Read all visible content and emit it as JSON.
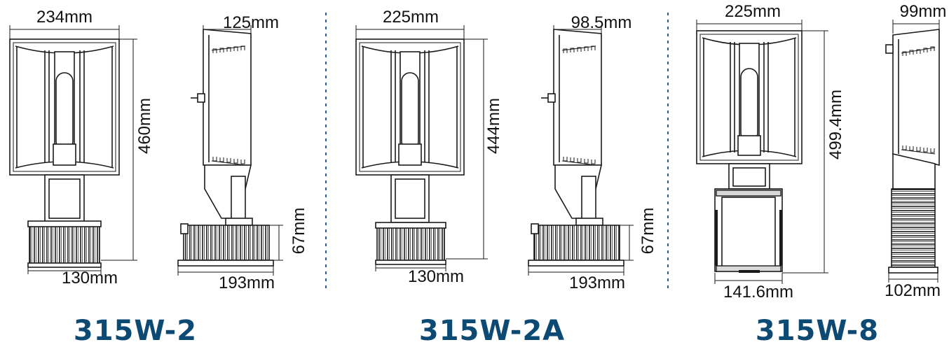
{
  "colors": {
    "model_label": "#0d4a73",
    "separator": "#2d5f94",
    "line": "#1a1a1a"
  },
  "products": [
    {
      "model": "315W-2",
      "front": {
        "width": "234mm",
        "height": "460mm",
        "base": "130mm"
      },
      "side": {
        "width": "125mm",
        "driver_height": "67mm",
        "base": "193mm"
      }
    },
    {
      "model": "315W-2A",
      "front": {
        "width": "225mm",
        "height": "444mm",
        "base": "130mm"
      },
      "side": {
        "width": "98.5mm",
        "driver_height": "67mm",
        "base": "193mm"
      }
    },
    {
      "model": "315W-8",
      "front": {
        "width": "225mm",
        "height": "499.4mm",
        "base": "141.6mm"
      },
      "side": {
        "width": "99mm",
        "base": "102mm"
      }
    }
  ]
}
